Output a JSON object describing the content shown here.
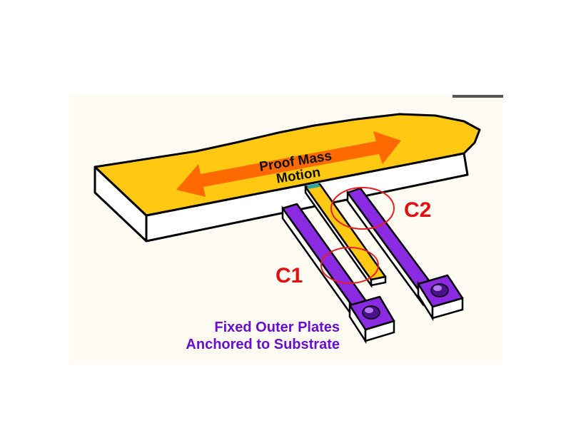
{
  "labels": {
    "motion_line1": "Proof Mass",
    "motion_line2": "Motion",
    "c1": "C1",
    "c2": "C2",
    "fixed_line1": "Fixed Outer Plates",
    "fixed_line2": "Anchored to Substrate"
  },
  "colors": {
    "proof_mass": "#ffc913",
    "arrow": "#ff6a00",
    "plate": "#8a2be2",
    "highlight": "#e81e25",
    "fixed_text": "#6a0dcc",
    "c_text": "#e01010"
  }
}
